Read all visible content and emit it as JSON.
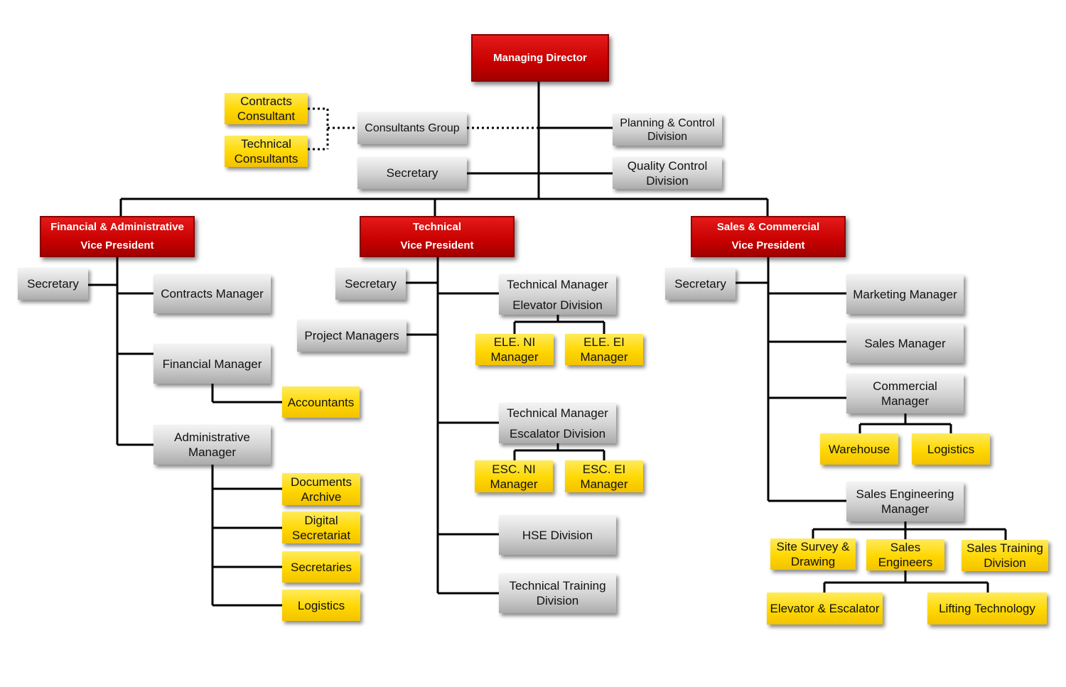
{
  "chart": {
    "managing_director": "Managing Director",
    "consultants_group": "Consultants Group",
    "contracts_consultant": "Contracts\nConsultant",
    "technical_consultants": "Technical\nConsultants",
    "planning_control": "Planning & Control\nDivision",
    "quality_control": "Quality Control\nDivision",
    "md_secretary": "Secretary",
    "fin_vp": "Financial & Administrative\nVice President",
    "tech_vp": "Technical\nVice President",
    "sales_vp": "Sales & Commercial\nVice President",
    "fin": {
      "secretary": "Secretary",
      "contracts_manager": "Contracts Manager",
      "financial_manager": "Financial Manager",
      "accountants": "Accountants",
      "administrative_manager": "Administrative\nManager",
      "documents_archive": "Documents\nArchive",
      "digital_secretariat": "Digital\nSecretariat",
      "secretaries": "Secretaries",
      "logistics": "Logistics"
    },
    "tech": {
      "secretary": "Secretary",
      "project_managers": "Project Managers",
      "tm_elevator": "Technical Manager\nElevator Division",
      "ele_ni": "ELE. NI\nManager",
      "ele_ei": "ELE. EI\nManager",
      "tm_escalator": "Technical Manager\nEscalator Division",
      "esc_ni": "ESC. NI\nManager",
      "esc_ei": "ESC. EI\nManager",
      "hse": "HSE Division",
      "training": "Technical Training\nDivision"
    },
    "sales": {
      "secretary": "Secretary",
      "marketing_manager": "Marketing Manager",
      "sales_manager": "Sales Manager",
      "commercial_manager": "Commercial\nManager",
      "warehouse": "Warehouse",
      "logistics": "Logistics",
      "sales_engineering_manager": "Sales  Engineering\nManager",
      "site_survey": "Site Survey &\nDrawing",
      "sales_engineers": "Sales\nEngineers",
      "sales_training": "Sales Training\nDivision",
      "elevator_escalator": "Elevator & Escalator",
      "lifting_technology": "Lifting Technology"
    }
  }
}
